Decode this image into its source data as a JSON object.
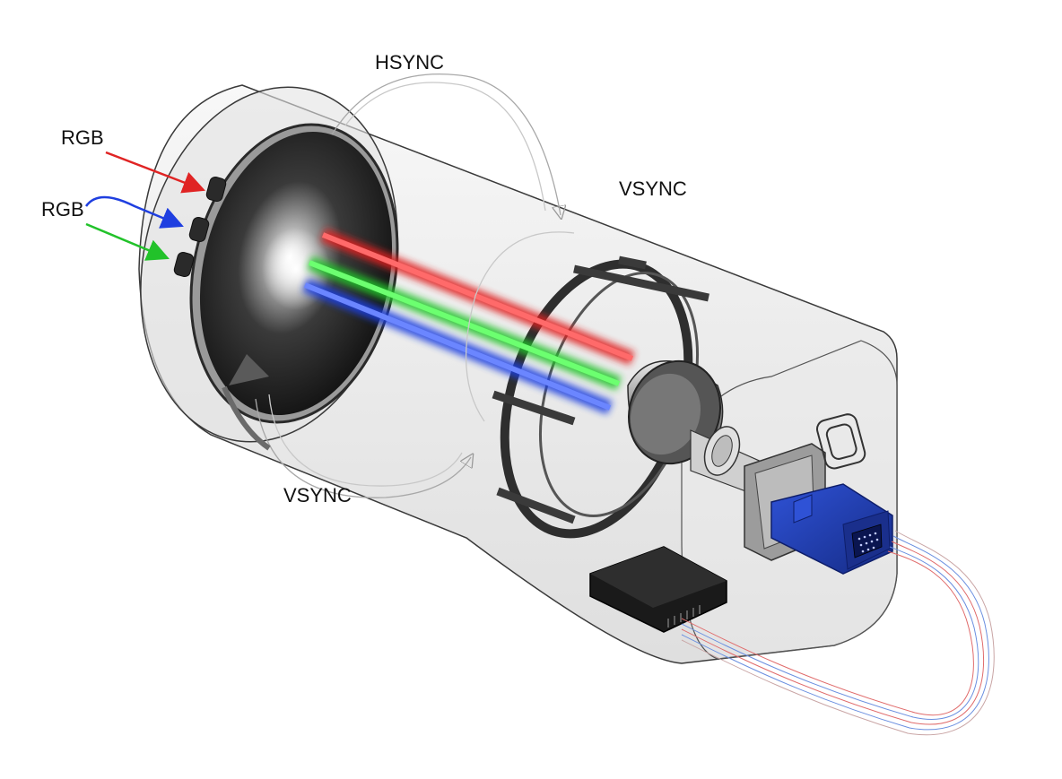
{
  "labels": {
    "rgb_top": "RGB",
    "rgb_left": "RGB",
    "hsync": "HSYNC",
    "vsync_right": "VSYNC",
    "vsync_bottom": "VSYNC"
  },
  "colors": {
    "red": "#e02424",
    "green": "#22c22a",
    "blue": "#1f3fe0",
    "connector": "#1c3aa8",
    "chip": "#1a1a1a",
    "body_outline": "#3a3a3a"
  }
}
